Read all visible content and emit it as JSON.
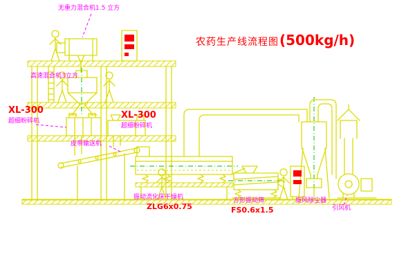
{
  "title": {
    "name": "农药生产线流程图",
    "capacity": "(500kg/h)"
  },
  "colors": {
    "line_yellow": "#dcdc00",
    "label_magenta": "#ff00ff",
    "accent_red": "#ff0000",
    "centerline_green": "#00c000",
    "background": "#ffffff"
  },
  "labels": {
    "top_mixer": "无重力混合机1.5 立方",
    "high_speed_mixer": "高速混合机3立方",
    "xl300_left": "XL-300",
    "crusher_left": "超细粉碎机",
    "xl300_right": "XL-300",
    "crusher_right": "超细粉碎机",
    "belt_conveyor": "皮带输送机",
    "dryer": "振动流化床干燥机",
    "dryer_model": "ZLG6x0.75",
    "sieve": "方形振动筛",
    "sieve_model": "FS0.6x1.5",
    "cyclone": "旋风除尘器",
    "fan": "引风机"
  }
}
